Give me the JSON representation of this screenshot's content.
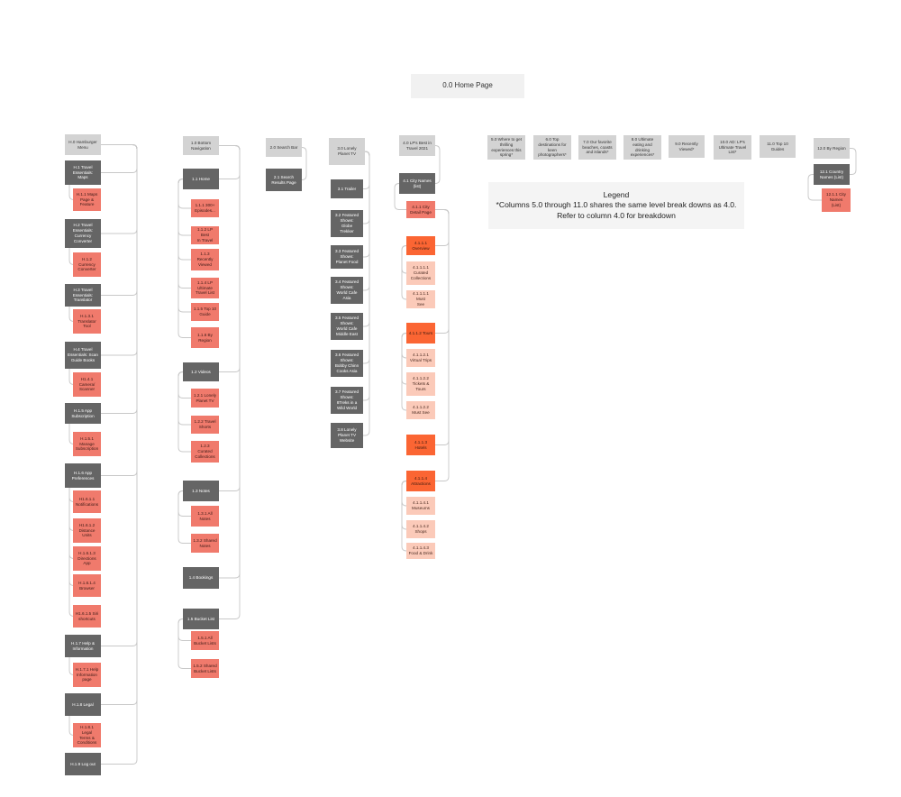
{
  "home": "0.0 Home Page",
  "legend": {
    "title": "Legend",
    "text": "*Columns 5.0 through 11.0 shares the same level break downs as 4.0.\nRefer to column 4.0 for breakdown"
  },
  "colors": {
    "light_gray": "#d3d3d3",
    "dark_gray": "#656565",
    "salmon": "#f07a6c",
    "orange": "#fb6533",
    "pink": "#fbcab9",
    "connector": "#c8c8c8"
  },
  "hamburger": [
    {
      "label": "H.0 Hamburger\nMenu",
      "color": "light_gray"
    },
    {
      "label": "H.1 Travel\nEssentials:\nMaps",
      "color": "dark_gray"
    },
    {
      "label": "H.1.1 Maps\nPage &\nFeature",
      "color": "salmon"
    },
    {
      "label": "H.2 Travel\nEssentials:\nCurrency\nConverter",
      "color": "dark_gray"
    },
    {
      "label": "H.1.2\nCurrency\nConverter",
      "color": "salmon"
    },
    {
      "label": "H.3 Travel\nEssentials:\nTranslator",
      "color": "dark_gray"
    },
    {
      "label": "H.1.3.1\nTranslator\nTool",
      "color": "salmon"
    },
    {
      "label": "H.4 Travel\nEssentials: Scan\nGuide Books",
      "color": "dark_gray"
    },
    {
      "label": "H1.4.1\nCamera/\nScanner",
      "color": "salmon"
    },
    {
      "label": "H.1.5 App\nSubscription",
      "color": "dark_gray"
    },
    {
      "label": "H.1.5.1\nManage\nSubscription",
      "color": "salmon"
    },
    {
      "label": "H.1.6 App\nPreferences",
      "color": "dark_gray"
    },
    {
      "label": "H1.6.1.1\nNotifications",
      "color": "salmon"
    },
    {
      "label": "H1.6.1.2\nDistance\nUnits",
      "color": "salmon"
    },
    {
      "label": "H.1.6.1.3\nDirections\nApp",
      "color": "salmon"
    },
    {
      "label": "H.1.6.1.4\nBrowser",
      "color": "salmon"
    },
    {
      "label": "H1.6.1.5 Siri\nshortcuts",
      "color": "salmon"
    },
    {
      "label": "H.1.7 Help &\nInformation",
      "color": "dark_gray"
    },
    {
      "label": "H.1.7.1 Help\nInformation\npage",
      "color": "salmon"
    },
    {
      "label": "H.1.8 Legal",
      "color": "dark_gray"
    },
    {
      "label": "H.1.8.1 Legal\nTerms &\nConditions",
      "color": "salmon"
    },
    {
      "label": "H.1.9 Log out",
      "color": "dark_gray"
    }
  ],
  "bottom_nav": [
    {
      "label": "1.0 Bottom\nNavigation",
      "color": "light_gray"
    },
    {
      "label": "1.1 Home",
      "color": "dark_gray"
    },
    {
      "label": "1.1.1 300+\nEpisodes...",
      "color": "salmon"
    },
    {
      "label": "1.1.2 LP Best\nIn Travel",
      "color": "salmon"
    },
    {
      "label": "1.1.3\nRecently\nViewed",
      "color": "salmon"
    },
    {
      "label": "1.1.4 LP\nUltimate\nTravel List",
      "color": "salmon"
    },
    {
      "label": "1.1.5 Top 10\nGuide",
      "color": "salmon"
    },
    {
      "label": "1.1.6 By\nRegion",
      "color": "salmon"
    },
    {
      "label": "1.2 Videos",
      "color": "dark_gray"
    },
    {
      "label": "1.2.1 Lonely\nPlanet TV",
      "color": "salmon"
    },
    {
      "label": "1.2.2 Travel\nShorts",
      "color": "salmon"
    },
    {
      "label": "1.2.3\nCurated\nCollections",
      "color": "salmon"
    },
    {
      "label": "1.3 Notes",
      "color": "dark_gray"
    },
    {
      "label": "1.3.1 All\nNotes",
      "color": "salmon"
    },
    {
      "label": "1.3.2 Shared\nNotes",
      "color": "salmon"
    },
    {
      "label": "1.4 Bookings",
      "color": "dark_gray"
    },
    {
      "label": "1.5 Bucket List",
      "color": "dark_gray"
    },
    {
      "label": "1.5.1 All\nBucket Lists",
      "color": "salmon"
    },
    {
      "label": "1.5.2 Shared\nBucket Lists",
      "color": "salmon"
    }
  ],
  "search": [
    {
      "label": "2.0 Search Bar",
      "color": "light_gray"
    },
    {
      "label": "2.1 Search\nResults Page",
      "color": "dark_gray"
    }
  ],
  "lonely_tv": [
    {
      "label": "3.0 Lonely\nPlanet TV",
      "color": "light_gray"
    },
    {
      "label": "3.1 Trailer",
      "color": "dark_gray"
    },
    {
      "label": "3.2 Featured\nShows:\nGlobe\nTrekker",
      "color": "dark_gray"
    },
    {
      "label": "3.3 Featured\nShows:\nPlanet Food",
      "color": "dark_gray"
    },
    {
      "label": "3.4 Featured\nShows:\nWorld Cafe\nAsia",
      "color": "dark_gray"
    },
    {
      "label": "3.5 Featured\nShows:\nWorld Cafe\nMiddle East",
      "color": "dark_gray"
    },
    {
      "label": "3.6 Featured\nShows:\nBobby Chinn\nCooks Asia",
      "color": "dark_gray"
    },
    {
      "label": "3.7 Featured\nShows:\n8Treks in a\nWild World",
      "color": "dark_gray"
    },
    {
      "label": "3.8 Lonely\nPlanet TV\nWebsite",
      "color": "dark_gray"
    }
  ],
  "best_travel": [
    {
      "label": "4.0 LP's Best in\nTravel 2021",
      "color": "light_gray"
    },
    {
      "label": "4.1 City Names\n(list)",
      "color": "dark_gray"
    },
    {
      "label": "4.1.1 City\nDetail Page",
      "color": "salmon"
    },
    {
      "label": "4.1.1.1\nOverview",
      "color": "orange"
    },
    {
      "label": "4.1.1.1.1\nCurated\nCollections",
      "color": "pink"
    },
    {
      "label": "4.1.1.1.1 Must\nSee",
      "color": "pink"
    },
    {
      "label": "4.1.1.2 Tours",
      "color": "orange"
    },
    {
      "label": "4.1.1.2.1\nVirtual Trips",
      "color": "pink"
    },
    {
      "label": "4.1.1.2.2\nTickets &\nTours",
      "color": "pink"
    },
    {
      "label": "4.1.1.2.2\nMust See",
      "color": "pink"
    },
    {
      "label": "4.1.1.3 Hotels",
      "color": "orange"
    },
    {
      "label": "4.1.1.4\nAttractions",
      "color": "orange"
    },
    {
      "label": "4.1.1.4.1\nMuseums",
      "color": "pink"
    },
    {
      "label": "4.1.1.4.2\nShops",
      "color": "pink"
    },
    {
      "label": "4.1.1.4.3\nFood & Drink",
      "color": "pink"
    }
  ],
  "top_row": [
    {
      "label": "5.0 Where to get\nthrilling\nexperiences this\nspring*",
      "color": "light_gray"
    },
    {
      "label": "6.0 Top\ndestinations for\nkeen\nphotographers*",
      "color": "light_gray"
    },
    {
      "label": "7.0 Our favorite\nbeaches, coasts\nand islands*",
      "color": "light_gray"
    },
    {
      "label": "8.0 Ultimate\neating and\ndrinking\nexperiences*",
      "color": "light_gray"
    },
    {
      "label": "9.0 Recently\nViewed*",
      "color": "light_gray"
    },
    {
      "label": "10.0 AD: LP's\nUltimate Travel\nList*",
      "color": "light_gray"
    },
    {
      "label": "11.0 Top 10\nGuides",
      "color": "light_gray"
    }
  ],
  "region": [
    {
      "label": "12.0 By Region",
      "color": "light_gray"
    },
    {
      "label": "12.1 Country\nNames (List)",
      "color": "dark_gray"
    },
    {
      "label": "12.1.1 City\nNames\n(List)",
      "color": "salmon"
    }
  ]
}
